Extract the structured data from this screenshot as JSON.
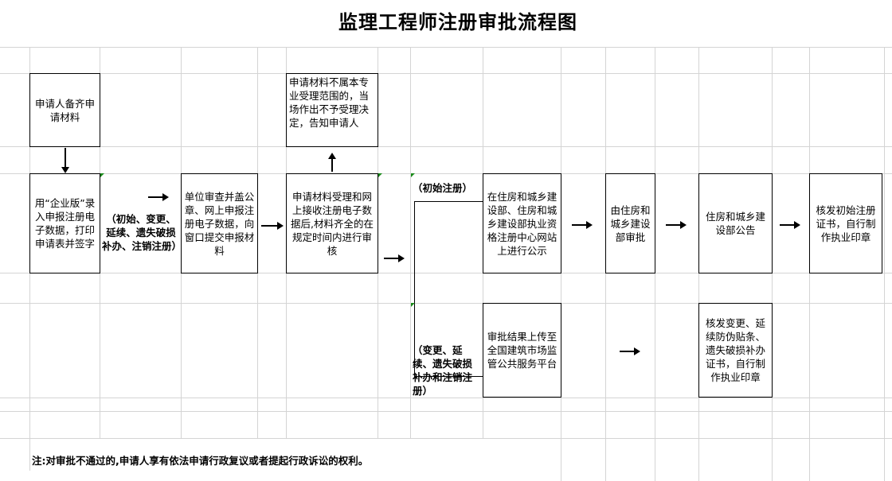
{
  "title": "监理工程师注册审批流程图",
  "boxes": {
    "prepare": "申请人备齐申请材料",
    "enter": "用“企业版”录入申报注册电子数据，打印申请表并签字",
    "unit_review": "单位审查并盖公章、网上申报注册电子数据，向窗口提交申报材料",
    "reject": "申请材料不属本专业受理范围的，当场作出不予受理决定，告知申请人",
    "accept": "申请材料受理和网上接收注册电子数据后,材料齐全的在规定时间内进行审核",
    "publicity": "在住房和城乡建设部、住房和城乡建设部执业资格注册中心网站上进行公示",
    "approval": "由住房和城乡建设部审批",
    "announce": "住房和城乡建设部公告",
    "issue_initial": "核发初始注册证书，自行制作执业印章",
    "upload": "审批结果上传至全国建筑市场监管公共服务平台",
    "issue_change": "核发变更、延续防伪贴条、遗失破损补办证书，自行制作执业印章"
  },
  "labels": {
    "all_types": "（初始、变更、延续、遗失破损补办、注销注册）",
    "initial": "（初始注册）",
    "change": "（变更、延续、遗失破损补办和注销注册）"
  },
  "note": "注:对审批不通过的,申请人享有依法申请行政复议或者提起行政诉讼的权利。"
}
